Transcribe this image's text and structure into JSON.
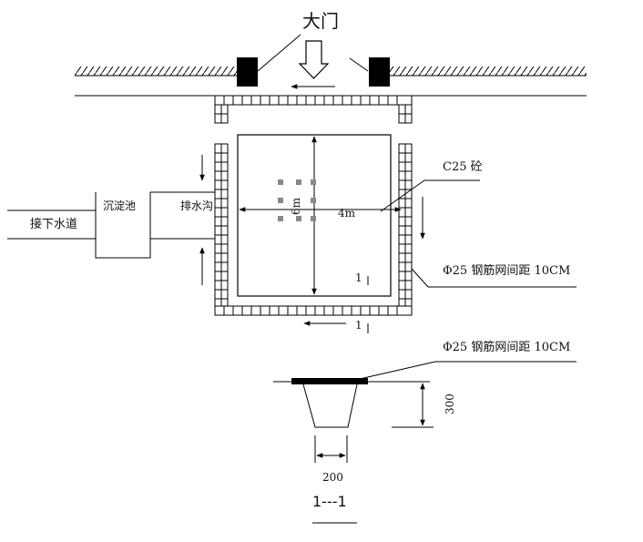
{
  "labels": {
    "gate": "大门",
    "concrete": "C25 砼",
    "sedimentation_tank": "沉淀池",
    "drain_ditch": "排水沟",
    "sewer_connection": "接下水道",
    "rebar_plan": "Φ25 钢筋网间距 10CM",
    "rebar_section": "Φ25 钢筋网间距 10CM",
    "length_6m": "6m",
    "width_4m": "4m",
    "section_mark_a": "1",
    "section_mark_b": "1",
    "dim_300": "300",
    "dim_200": "200",
    "section_title": "1---1"
  },
  "colors": {
    "line": "#000000",
    "post": "#000000",
    "dot": "#888888"
  },
  "icons": {
    "gate_arrow": "hollow-down-arrow-icon",
    "flow_arrows": "arrow-icon"
  }
}
